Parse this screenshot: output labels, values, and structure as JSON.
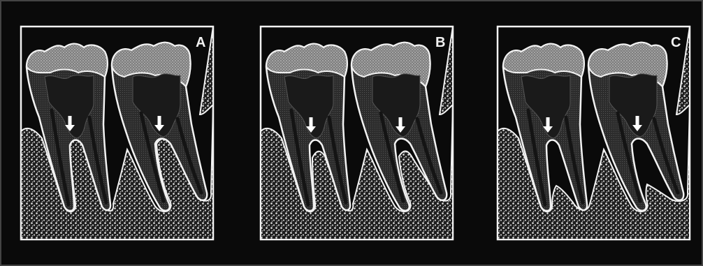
{
  "figure": {
    "panels": [
      {
        "label": "A",
        "variant": "furcation-intact"
      },
      {
        "label": "B",
        "variant": "furcation-early-lesion"
      },
      {
        "label": "C",
        "variant": "furcation-bone-loss"
      }
    ],
    "colors": {
      "background": "#0a0a0a",
      "outline": "#f2f2f2",
      "bone": "#d8d8d8",
      "enamel": "#9a9a9a",
      "dentin": "#3c3c3c",
      "pulp": "#1a1a1a",
      "arrow": "#ffffff"
    },
    "icons": [
      "down-arrow-icon"
    ]
  }
}
